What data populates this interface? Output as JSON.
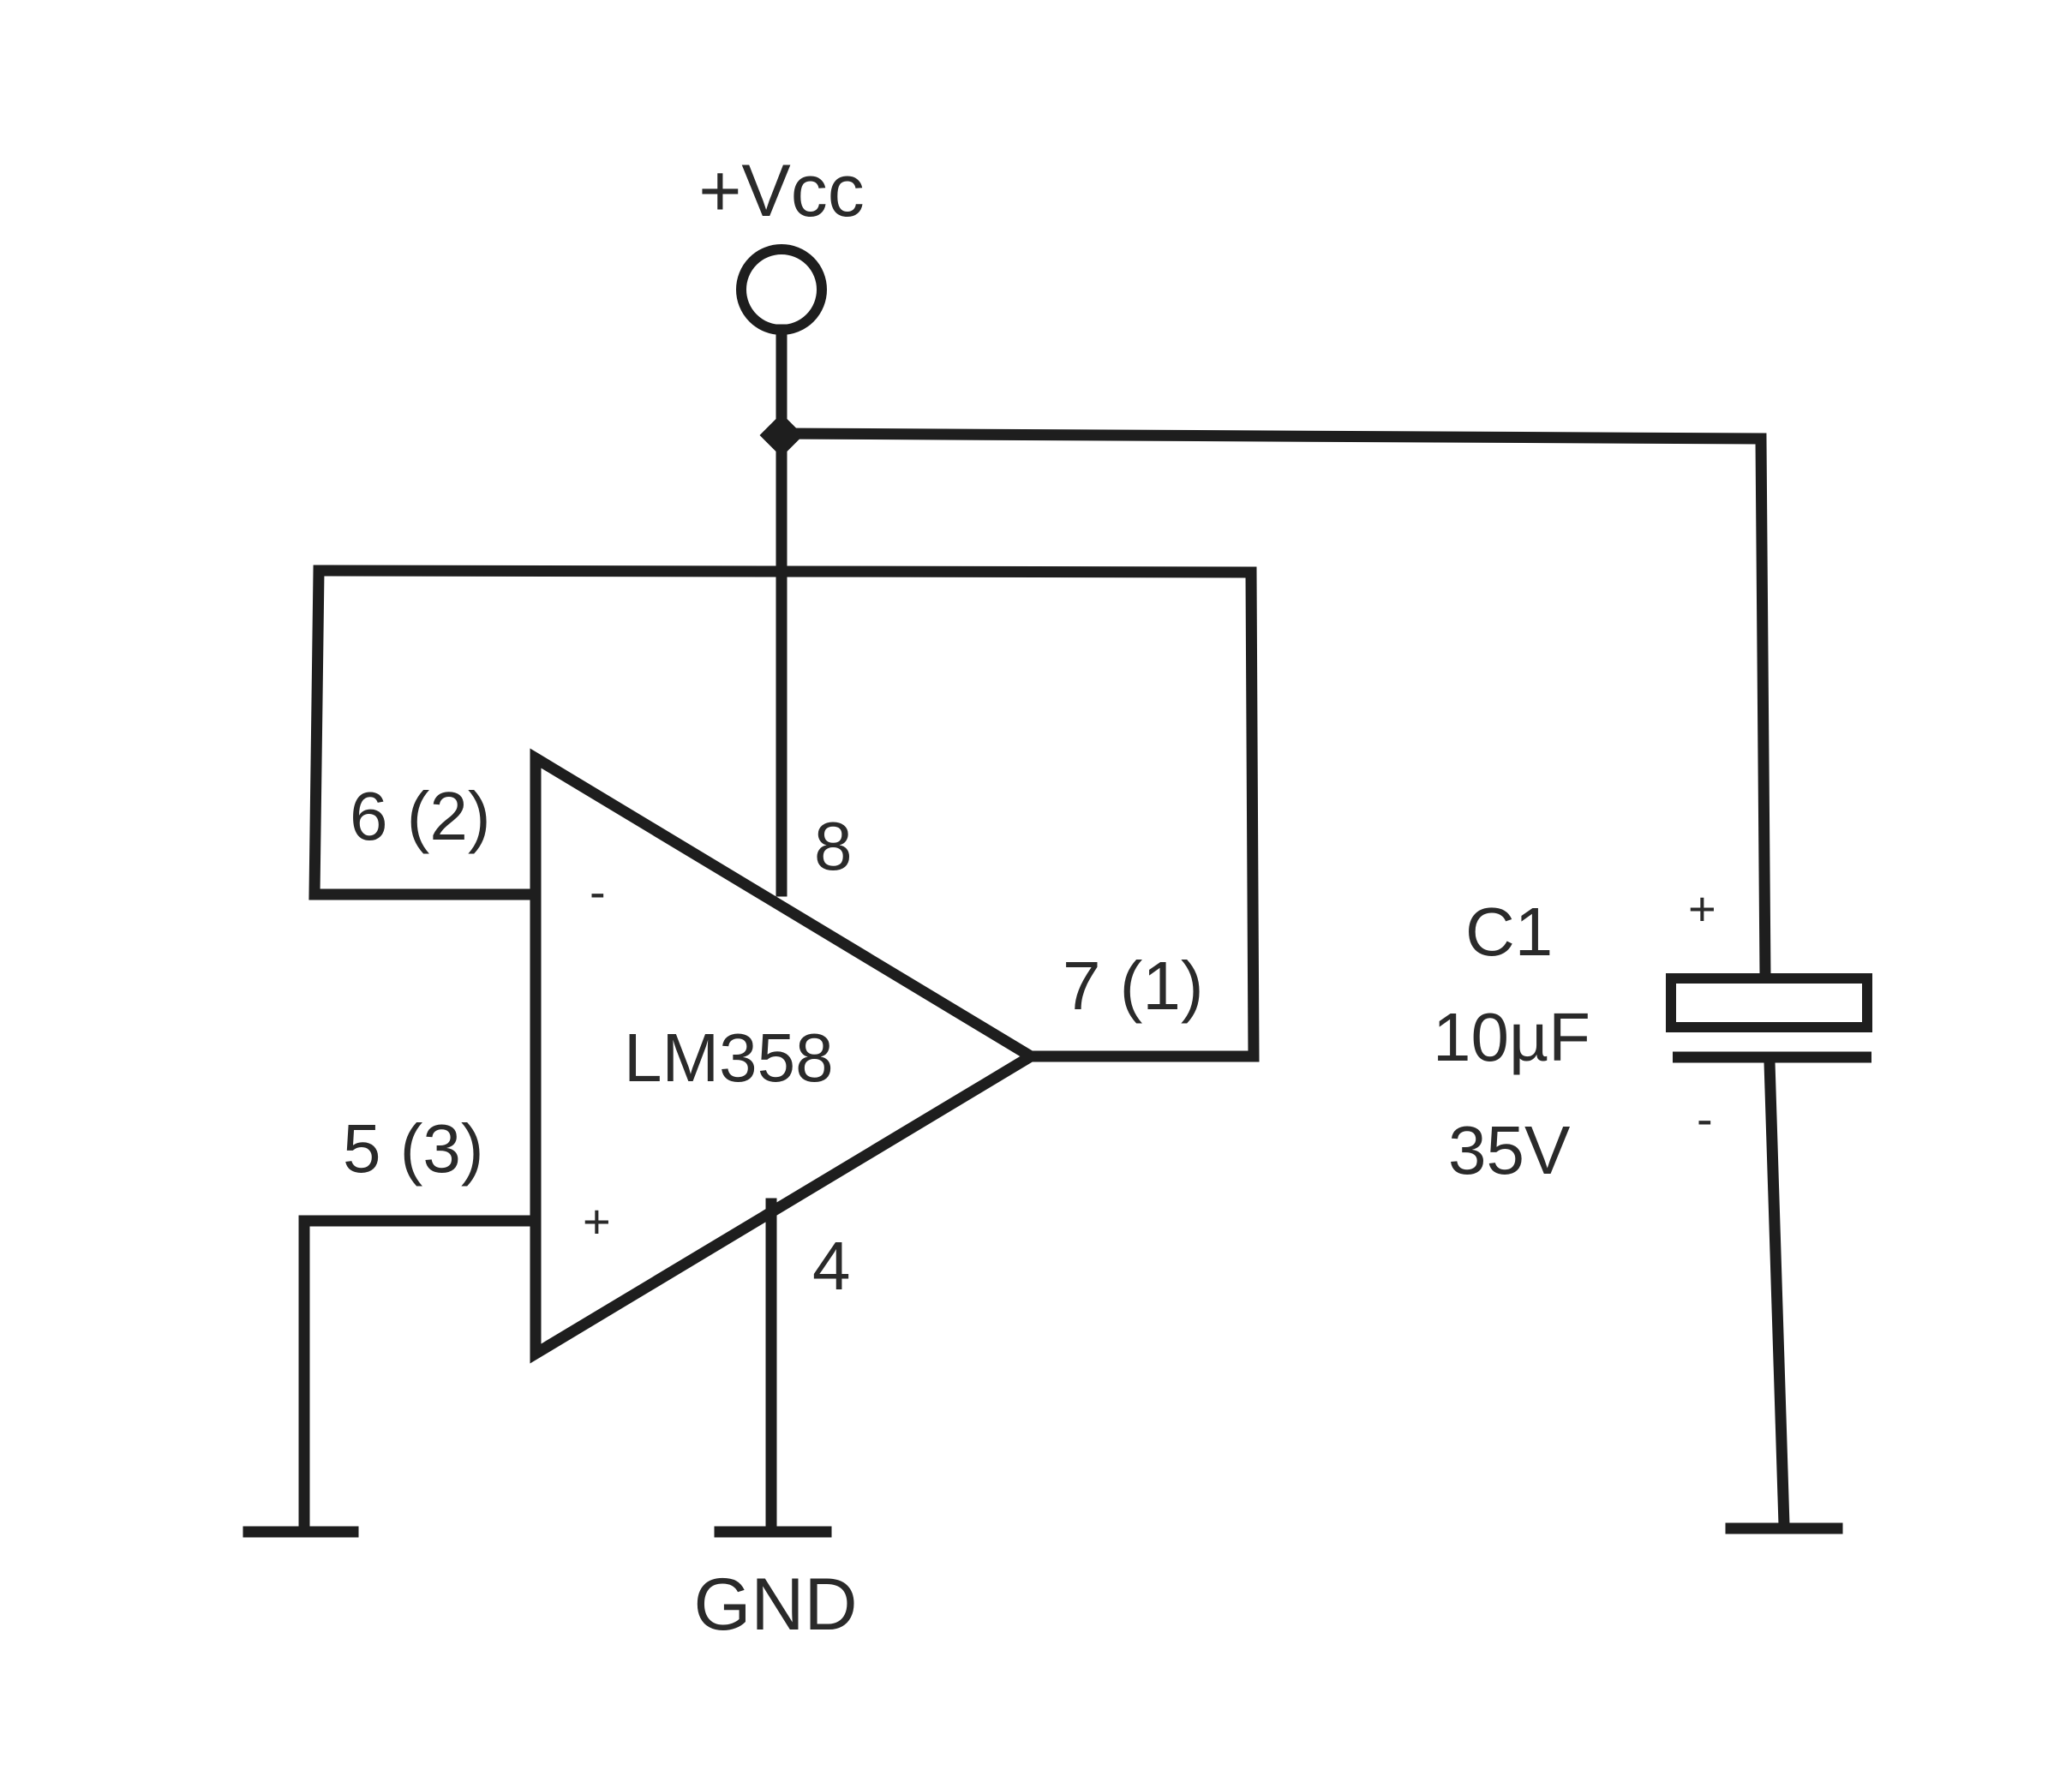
{
  "diagram": {
    "supply_label": "+Vcc",
    "ground_label": "GND",
    "opamp": {
      "part": "LM358",
      "pin_inverting": "6 (2)",
      "pin_noninverting": "5 (3)",
      "pin_output": "7 (1)",
      "pin_vplus": "8",
      "pin_gnd": "4",
      "minus_sign": "-",
      "plus_sign": "+"
    },
    "capacitor": {
      "ref": "C1",
      "value": "10µF",
      "voltage": "35V",
      "plus_sign": "+",
      "minus_sign": "-"
    }
  }
}
